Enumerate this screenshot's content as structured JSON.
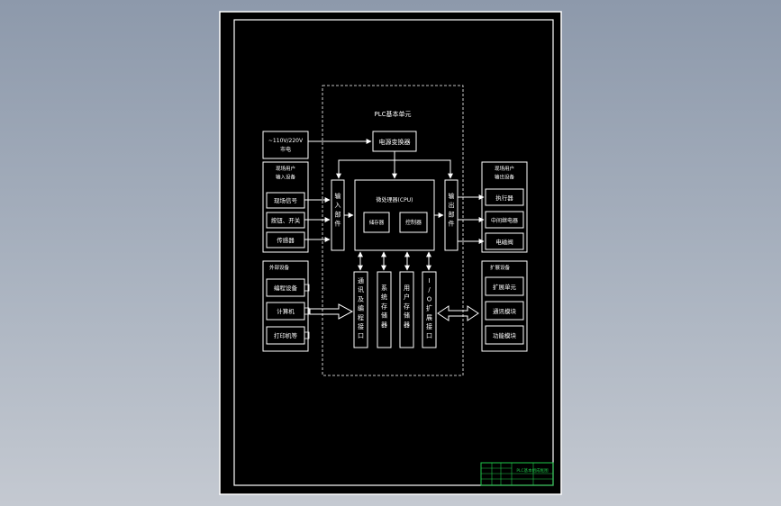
{
  "diagram": {
    "plc_unit_title": "PLC基本单元",
    "power_supply": "~110V/220V\n市电",
    "power_converter": "电源变换器",
    "cpu": "微处理器(CPU)",
    "memory": "储存器",
    "controller": "控制器",
    "input_group_title": "现场用户\n输入设备",
    "inputs": [
      "现场信号",
      "按钮、开关",
      "传感器"
    ],
    "input_interface": "输入部件",
    "output_group_title": "现场用户\n输出设备",
    "outputs": [
      "执行器",
      "中间继电器",
      "电磁阀"
    ],
    "output_interface": "输出部件",
    "peripheral_group_title": "外部设备",
    "peripherals": [
      "编程设备",
      "计算机",
      "打印机等"
    ],
    "comm_port": "通讯及编程接口",
    "system_memory": "系统存储器",
    "user_memory": "用户存储器",
    "io_expansion": "I/O扩展接口",
    "expansion_group_title": "扩展设备",
    "expansions": [
      "扩展单元",
      "通讯模块",
      "功能模块"
    ],
    "title_block_text": "PLC基本组成框图"
  },
  "colors": {
    "sheet": "#000000",
    "line": "#ffffff",
    "title_block": "#1ec84a"
  }
}
